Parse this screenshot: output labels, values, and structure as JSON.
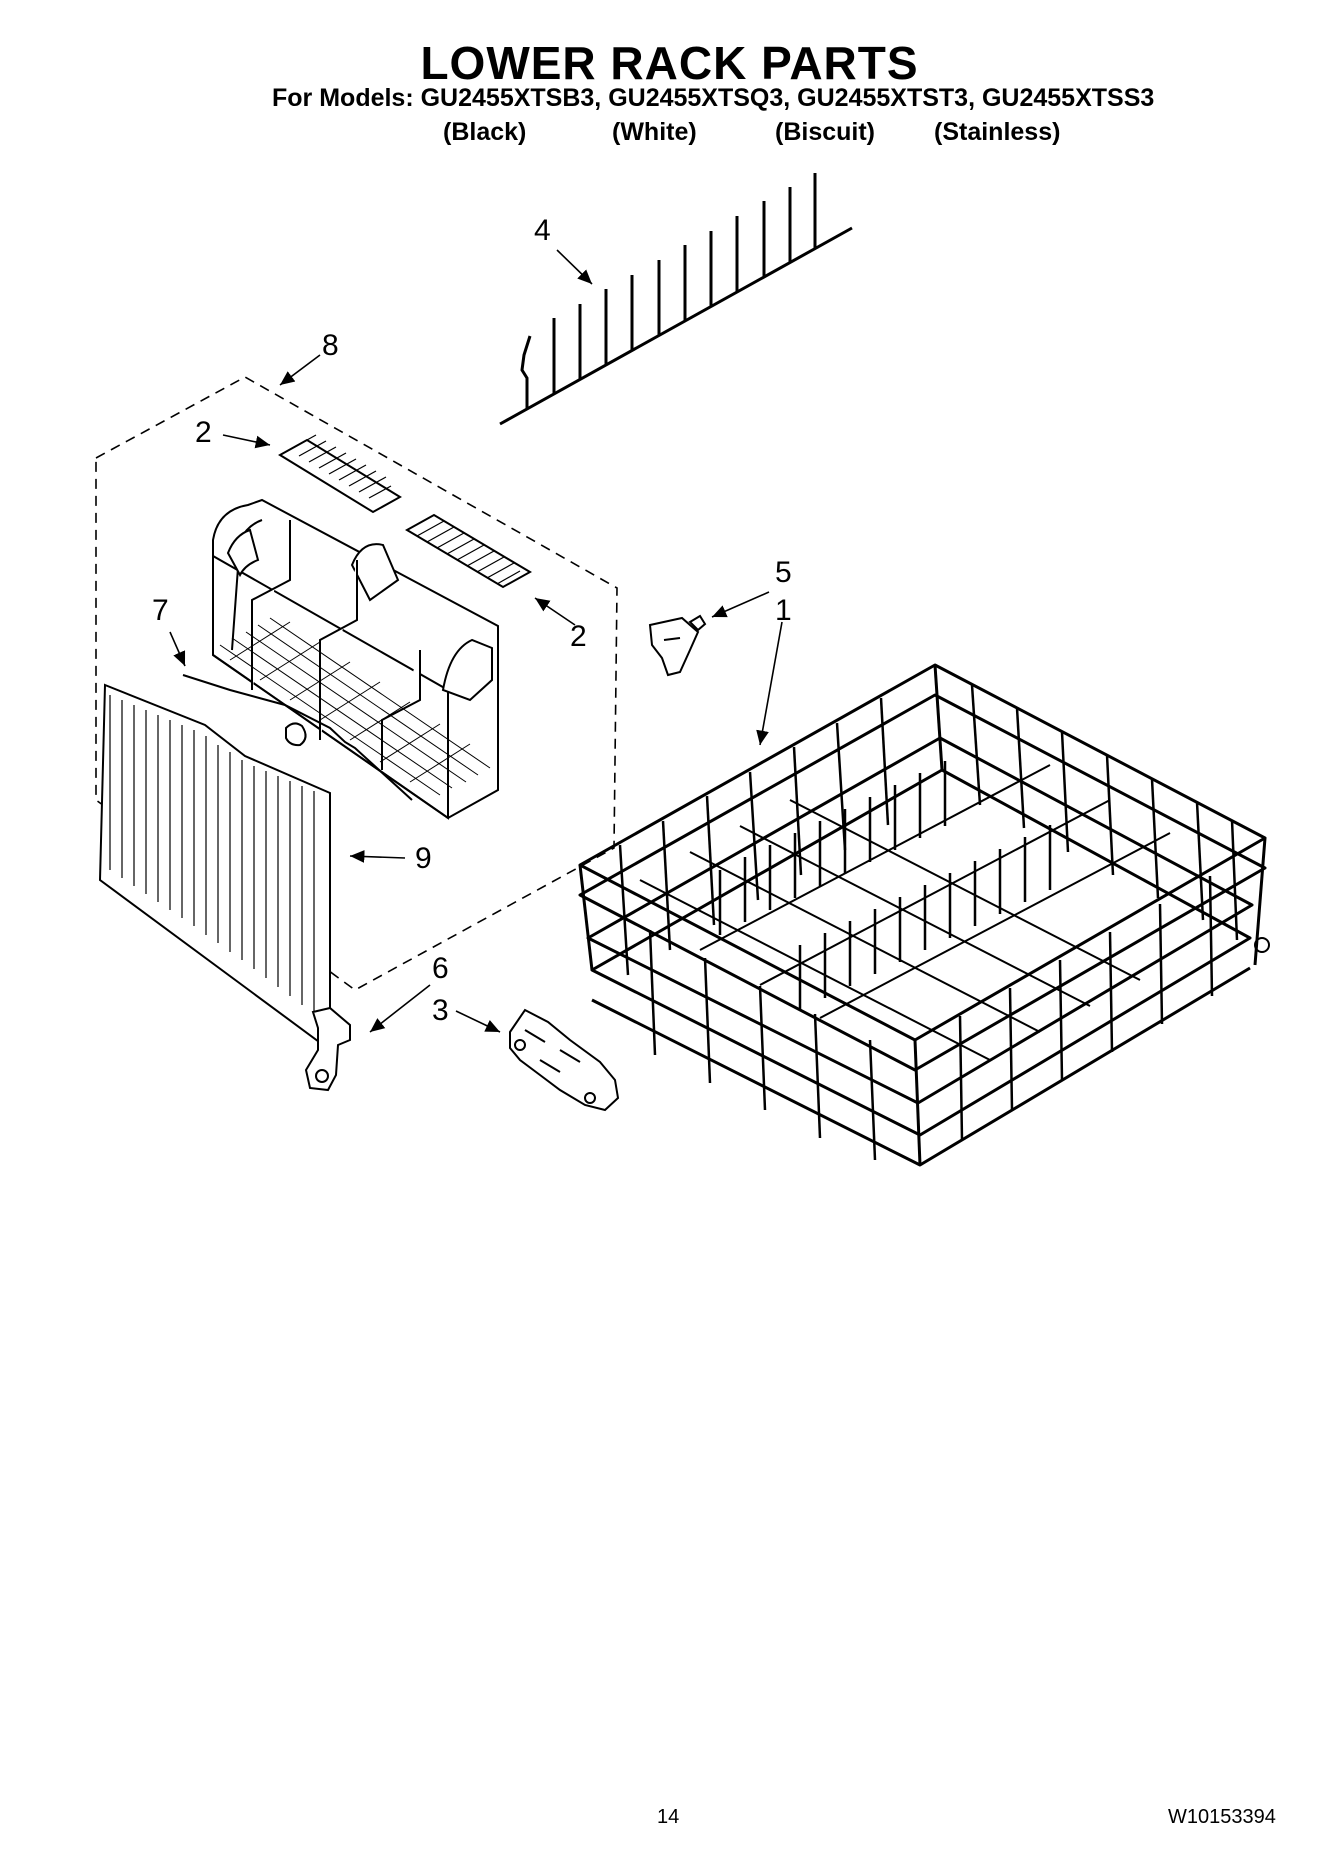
{
  "header": {
    "title": "LOWER RACK PARTS",
    "models_line": "For Models: GU2455XTSB3, GU2455XTSQ3, GU2455XTST3, GU2455XTSS3",
    "variants": [
      "(Black)",
      "(White)",
      "(Biscuit)",
      "(Stainless)"
    ]
  },
  "callouts": {
    "c4": "4",
    "c8": "8",
    "c2a": "2",
    "c2b": "2",
    "c5": "5",
    "c1": "1",
    "c7": "7",
    "c9": "9",
    "c6": "6",
    "c3": "3"
  },
  "footer": {
    "page_number": "14",
    "document_number": "W10153394"
  }
}
